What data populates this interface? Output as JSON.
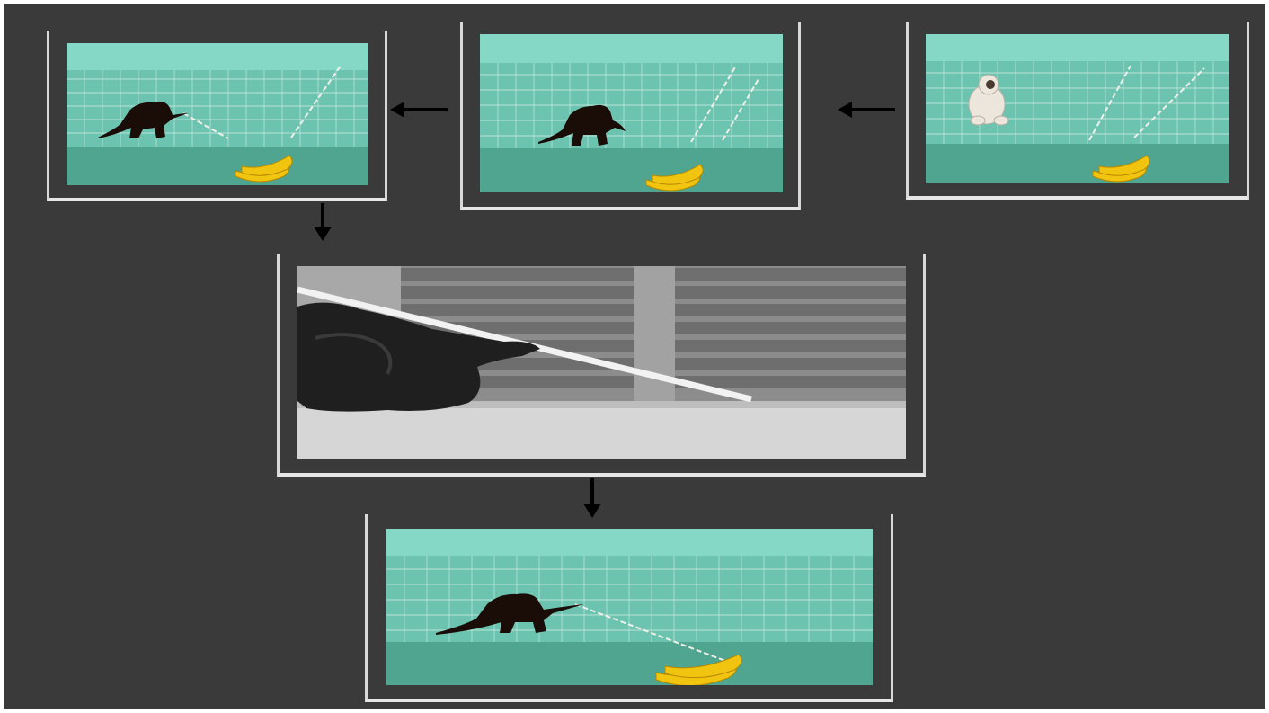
{
  "colors": {
    "background": "#3a3a3a",
    "frame": "#d8d8d8",
    "arrow": "#000000",
    "cage_top": "#7fd3c0",
    "cage_mesh": "#d8f0ea",
    "floor": "#4fa590",
    "banana": "#f1c40f",
    "monkey_dark": "#1a0d08",
    "monkey_light": "#e8e2d8",
    "photo_bg": "#8c8c8c"
  },
  "panels": [
    {
      "id": "step-1",
      "subject": "light-monkey-in-cage-with-sticks-and-bananas"
    },
    {
      "id": "step-2",
      "subject": "dark-monkey-approaching-sticks"
    },
    {
      "id": "step-3",
      "subject": "dark-monkey-holding-stick"
    },
    {
      "id": "step-4",
      "subject": "chimpanzee-using-long-stick-grayscale-photo"
    },
    {
      "id": "step-5",
      "subject": "monkey-reaching-bananas-with-stick"
    }
  ],
  "icons": {
    "arrow_left": "arrow-left-icon",
    "arrow_down": "arrow-down-icon"
  }
}
